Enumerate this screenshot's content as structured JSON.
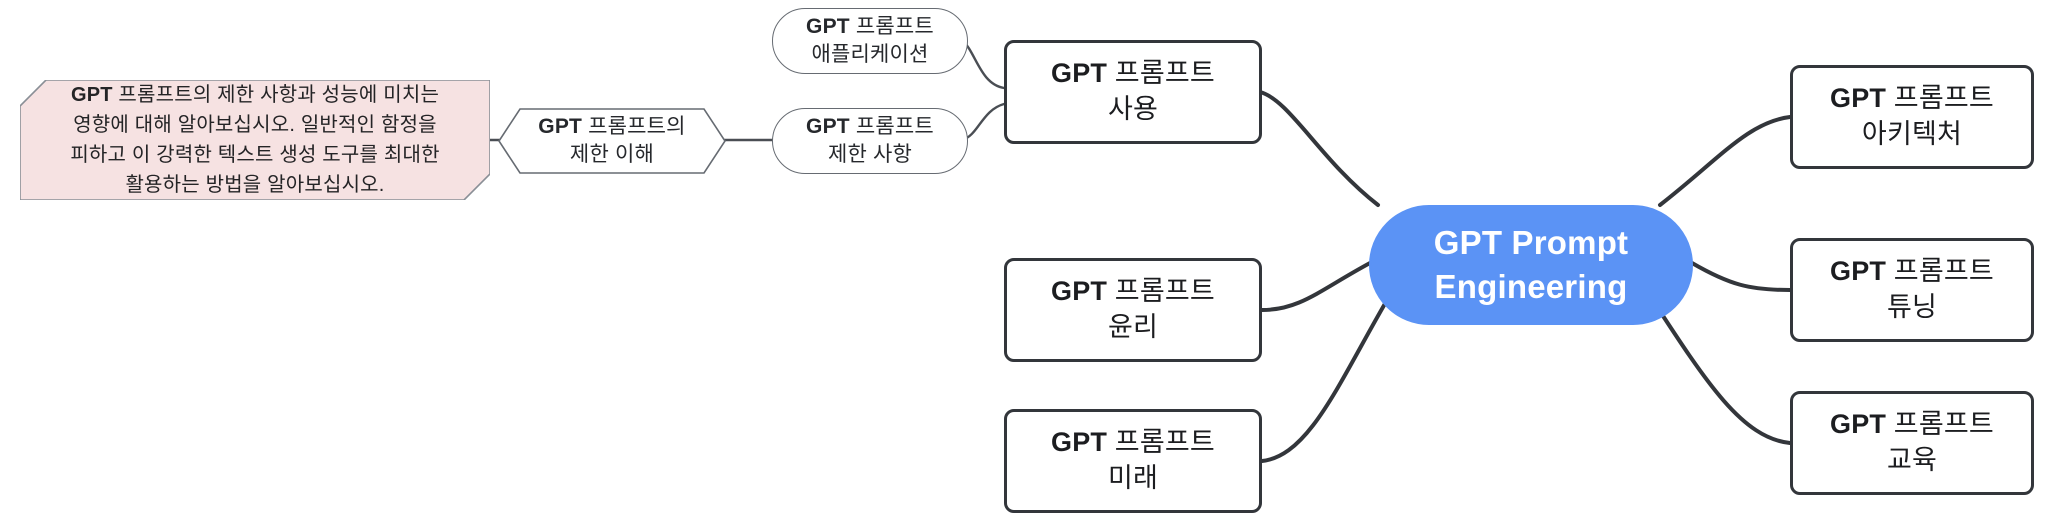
{
  "diagram": {
    "type": "mindmap",
    "background_color": "#ffffff",
    "edge_color": "#33363b",
    "root": {
      "id": "root",
      "text": "GPT Prompt\nEngineering",
      "shape": "stadium",
      "fill_color": "#5b93f5",
      "text_color": "#ffffff"
    },
    "branches": [
      {
        "id": "usage",
        "text": "GPT 프롬프트\n사용",
        "shape": "rounded-rect",
        "side": "left",
        "border_color": "#33363b",
        "children": [
          {
            "id": "limitations",
            "text": "GPT 프롬프트\n제한 사항",
            "shape": "stadium",
            "border_color": "#666b72",
            "children": [
              {
                "id": "limitations-understanding",
                "text": "GPT 프롬프트의\n제한 이해",
                "shape": "hexagon",
                "border_color": "#666b72",
                "note": {
                  "id": "limitations-note",
                  "text": "GPT 프롬프트의 제한 사항과 성능에 미치는\n영향에 대해 알아보십시오. 일반적인 함정을\n피하고 이 강력한 텍스트 생성 도구를 최대한\n활용하는 방법을 알아보십시오.",
                  "shape": "note-callout",
                  "fill_color": "#f6e2e2",
                  "border_color": "#8a8f96"
                }
              }
            ]
          },
          {
            "id": "applications",
            "text": "GPT 프롬프트\n애플리케이션",
            "shape": "stadium",
            "border_color": "#666b72"
          }
        ]
      },
      {
        "id": "ethics",
        "text": "GPT 프롬프트\n윤리",
        "shape": "rounded-rect",
        "side": "left",
        "border_color": "#33363b"
      },
      {
        "id": "future",
        "text": "GPT 프롬프트\n미래",
        "shape": "rounded-rect",
        "side": "left",
        "border_color": "#33363b"
      },
      {
        "id": "architecture",
        "text": "GPT 프롬프트\n아키텍처",
        "shape": "rounded-rect",
        "side": "right",
        "border_color": "#33363b"
      },
      {
        "id": "tuning",
        "text": "GPT 프롬프트\n튜닝",
        "shape": "rounded-rect",
        "side": "right",
        "border_color": "#33363b"
      },
      {
        "id": "education",
        "text": "GPT 프롬프트\n교육",
        "shape": "rounded-rect",
        "side": "right",
        "border_color": "#33363b"
      }
    ]
  }
}
